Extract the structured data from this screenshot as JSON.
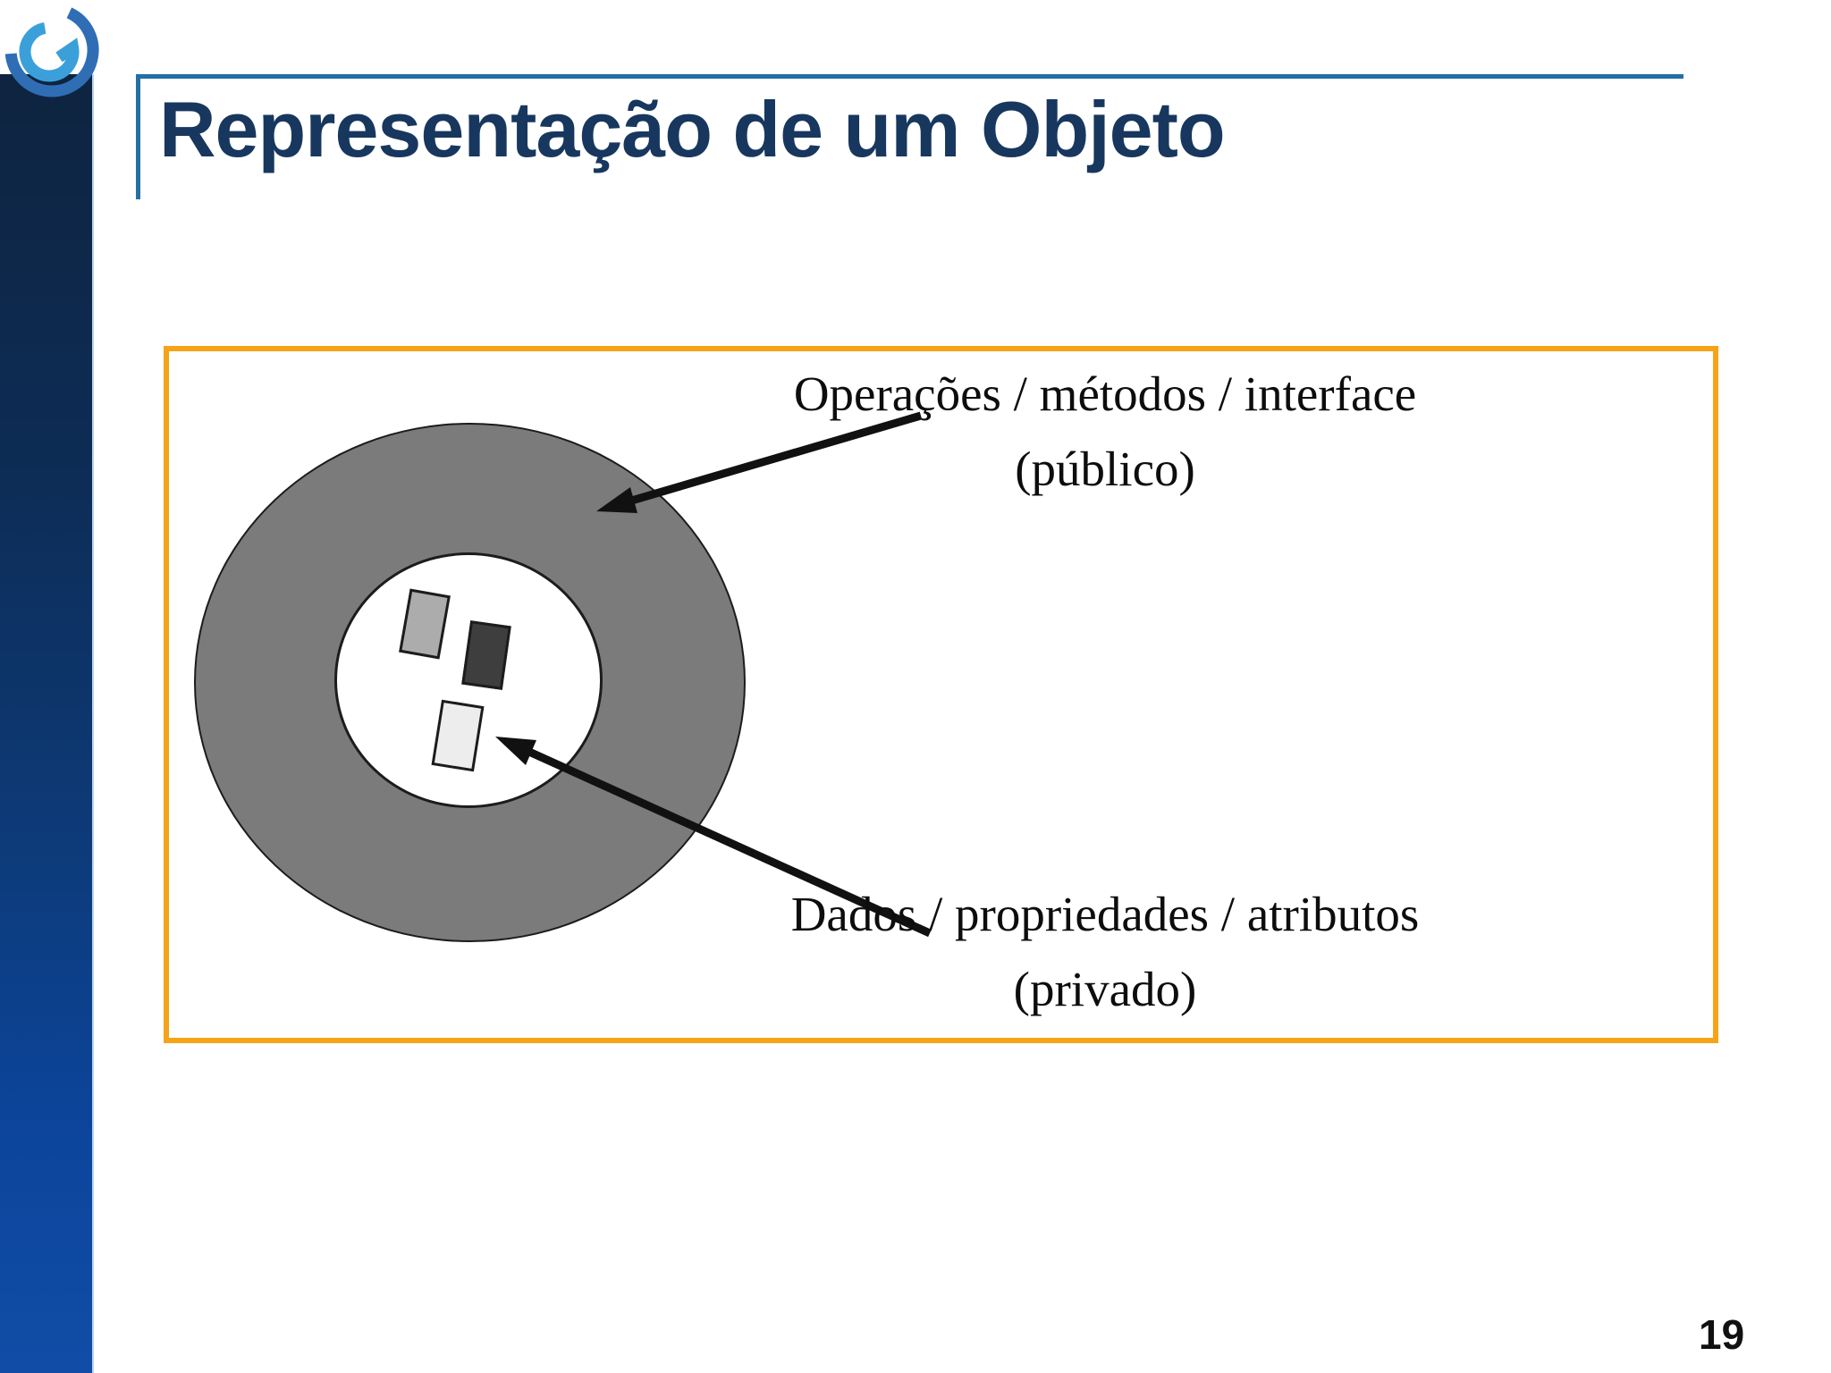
{
  "slide": {
    "title": "Representação de um Objeto",
    "page_number": "19"
  },
  "diagram": {
    "top_label": {
      "line1": "Operações / métodos / interface",
      "line2": "(público)"
    },
    "bottom_label": {
      "line1": "Dados / propriedades / atributos",
      "line2": "(privado)"
    }
  },
  "icons": {
    "logo": "swirl-logo-icon",
    "arrow_to_ring": "arrow-pointing-to-outer-ring",
    "arrow_to_core": "arrow-pointing-to-inner-data"
  },
  "colors": {
    "sidebar_gradient_top": "#0E2440",
    "sidebar_gradient_bottom": "#114DA6",
    "title_text": "#17375E",
    "title_rule": "#2470A5",
    "diagram_border": "#F5A318",
    "ring_fill": "#7B7B7B",
    "core_fill": "#FFFFFF",
    "attr_rect_light_gray": "#ACACAC",
    "attr_rect_dark_gray": "#3E3E3E",
    "attr_rect_near_white": "#EDEDED",
    "arrow": "#111111",
    "label_text": "#0D0D0D",
    "logo_blue_dark": "#2F6EB5",
    "logo_blue_light": "#3BA0D9",
    "page_number_text": "#111111"
  }
}
